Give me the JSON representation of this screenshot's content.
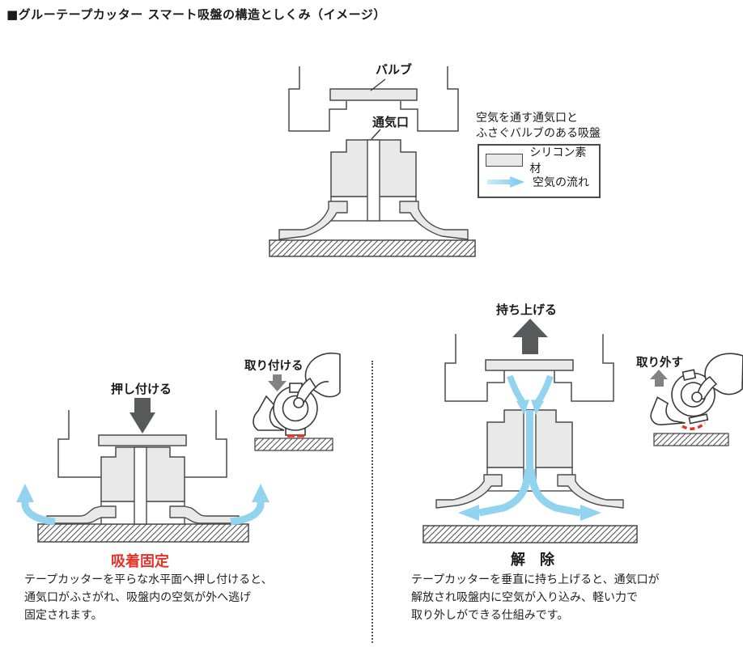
{
  "title": "■グルーテープカッター スマート吸盤の構造としくみ（イメージ）",
  "colors": {
    "accent_red": "#e8332a",
    "flow_blue": "#92d4f0",
    "part_gray": "#e9e9e9",
    "arrow_dark": "#58595b"
  },
  "top_diagram": {
    "valve_label": "バルブ",
    "vent_label": "通気口",
    "note_line1": "空気を通す通気口と",
    "note_line2": "ふさぐバルブのある吸盤",
    "legend_silicone": "シリコン素材",
    "legend_airflow": "空気の流れ"
  },
  "left_section": {
    "press_label": "押し付ける",
    "attach_label": "取り付ける",
    "caption": "吸着固定",
    "desc_line1": "テープカッターを平らな水平面へ押し付けると、",
    "desc_line2": "通気口がふさがれ、吸盤内の空気が外へ逃げ",
    "desc_line3": "固定されます。"
  },
  "right_section": {
    "lift_label": "持ち上げる",
    "detach_label": "取り外す",
    "caption": "解　除",
    "desc_line1": "テープカッターを垂直に持ち上げると、通気口が",
    "desc_line2": "解放され吸盤内に空気が入り込み、軽い力で",
    "desc_line3": "取り外しができる仕組みです。"
  }
}
